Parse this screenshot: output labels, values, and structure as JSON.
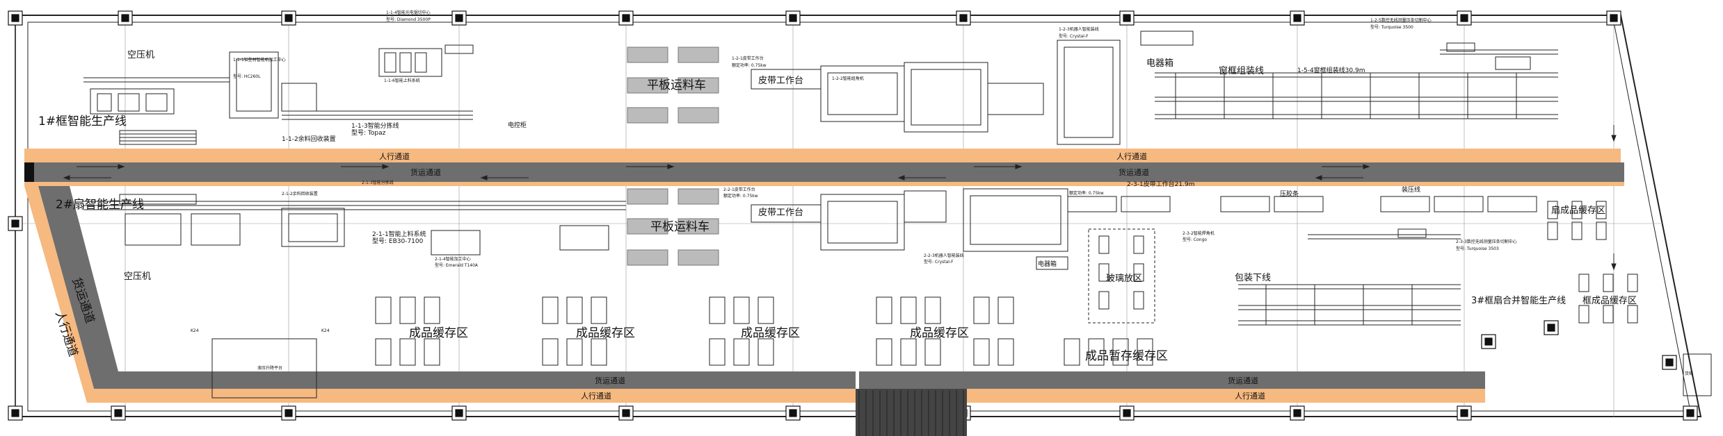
{
  "labels": {
    "line1": "1#框智能生产线",
    "line2": "2#扇智能生产线",
    "line3": "3#框扇合并智能生产线",
    "air_compressor": "空压机",
    "flat_cart_1": "平板运料车",
    "flat_cart_2": "平板运料车",
    "aisle_people": "人行通道",
    "aisle_cargo": "货运通道",
    "aisle_people_vertical": "人行通道",
    "aisle_cargo_vertical": "货运通道",
    "finished_buffer": "成品缓存区",
    "finished_temp_buffer": "成品暂存缓存区",
    "window_frame_assembly": "窗框组装线",
    "electrical_cabinet": "电器箱",
    "belt_table": "皮带工作台",
    "glass_area": "玻璃放区",
    "pack_line": "包装下线",
    "frame_finished_area": "框成品缓存区",
    "sash_finished_area": "扇成品缓存区",
    "press_line": "压胶条",
    "press_line_2": "装压线",
    "hydraulic_lift": "液压升降平台",
    "k24": "K24",
    "cargo_right": "货梯"
  },
  "equipment": {
    "e113": "1-1-3智能分拣线",
    "e113_model": "型号: Topaz",
    "e112": "1-1-2余料回收装置",
    "e111": "1-1-1铝型材智能机加工中心",
    "e111_model": "型号: HC260L",
    "e114": "1-1-4智能光电锯切中心",
    "e114_model": "型号: Diamond 3500P",
    "e116": "1-1-6智能上料系统",
    "e121": "1-2-1皮带工作台",
    "e121_power": "额定功率: 0.75kw",
    "e122": "1-2-2智能组角机",
    "e123": "1-2-3机器人智能装线",
    "e123_model": "型号: Crystal-F",
    "e125": "1-2-5数控无线测量压条切割中心",
    "e125_model": "型号: Turquoise 3500",
    "e154": "1-5-4窗框组装线30.9m",
    "e211": "2-1-1智能上料系统",
    "e211_model": "型号: EB30-7100",
    "e212": "2-1-2余料回收装置",
    "e213": "2-1-3智能分拣线",
    "e214": "2-1-4智能加工中心",
    "e214_model": "型号: Emerald T140A",
    "e221": "2-2-1皮带工作台",
    "e221_power": "额定功率: 0.75kw",
    "e223": "2-2-3机器人智能装线",
    "e223_model": "型号: Crystal-F",
    "e231": "2-3-1皮带工作台21.9m",
    "e231_power": "额定功率: 0.75kw",
    "e232": "2-3-2智能焊角机",
    "e232_model": "型号: Congo",
    "e233": "2-3-3数控无线测量压条切割中心",
    "e233_model": "型号: Turquoise 3503",
    "side_panel": "电控柜"
  }
}
